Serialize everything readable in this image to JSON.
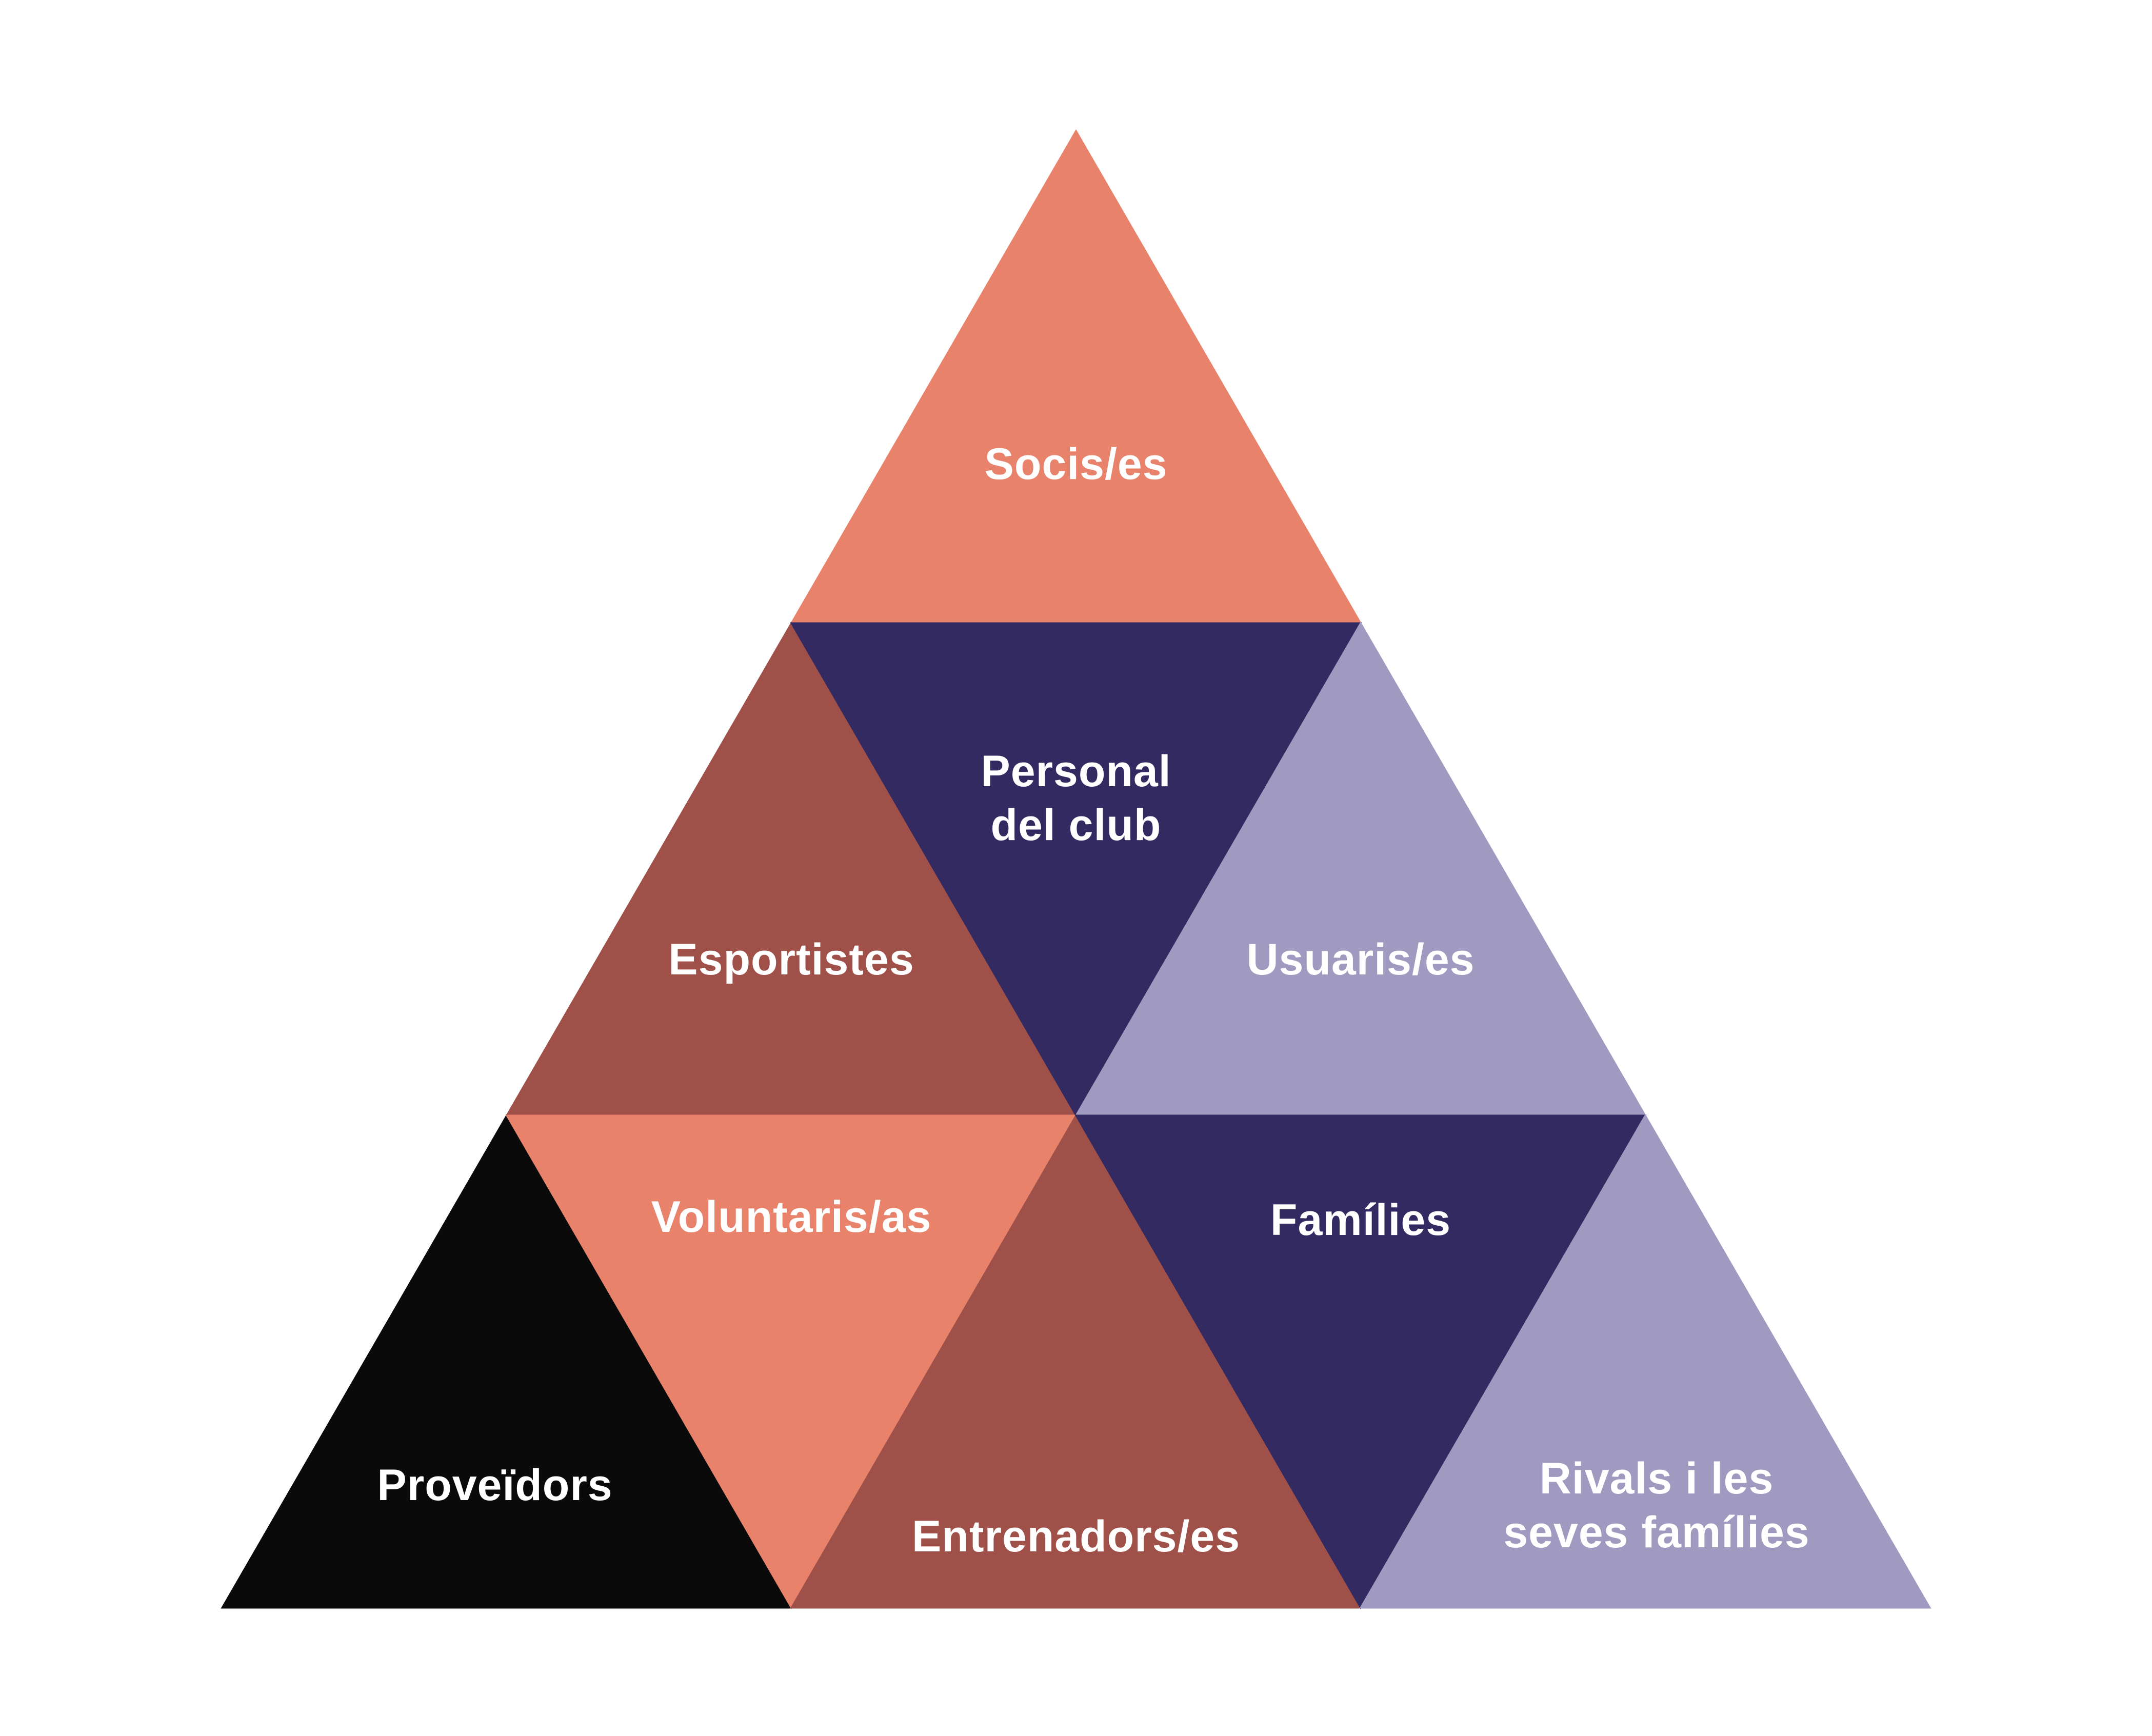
{
  "diagram": {
    "type": "triangle-pyramid",
    "background": "#FFFFFF",
    "text_color": "#FFFFFF",
    "palette": {
      "salmon": "#E8826A",
      "brick": "#9F5048",
      "navy": "#332A61",
      "lavender": "#A09AC0",
      "black": "#0A0A0A"
    },
    "cells": [
      {
        "id": "socis",
        "label": "Socis/es",
        "fill": "#E8826A",
        "row": 1,
        "orientation": "up"
      },
      {
        "id": "esportistes",
        "label": "Esportistes",
        "fill": "#9F5048",
        "row": 2,
        "orientation": "up"
      },
      {
        "id": "personal-del-club",
        "label": "Personal del club",
        "lines": [
          "Personal",
          "del club"
        ],
        "fill": "#332A61",
        "row": 2,
        "orientation": "down"
      },
      {
        "id": "usuaris",
        "label": "Usuaris/es",
        "fill": "#A09AC0",
        "row": 2,
        "orientation": "up"
      },
      {
        "id": "proveidors",
        "label": "Proveïdors",
        "fill": "#0A0A0A",
        "row": 3,
        "orientation": "up"
      },
      {
        "id": "voluntaris",
        "label": "Voluntaris/as",
        "fill": "#E8826A",
        "row": 3,
        "orientation": "down"
      },
      {
        "id": "entrenadors",
        "label": "Entrenadors/es",
        "fill": "#9F5048",
        "row": 3,
        "orientation": "up"
      },
      {
        "id": "families",
        "label": "Famílies",
        "fill": "#332A61",
        "row": 3,
        "orientation": "down"
      },
      {
        "id": "rivals",
        "label": "Rivals i les seves famílies",
        "lines": [
          "Rivals i les",
          "seves famílies"
        ],
        "fill": "#A09AC0",
        "row": 3,
        "orientation": "up"
      }
    ]
  }
}
